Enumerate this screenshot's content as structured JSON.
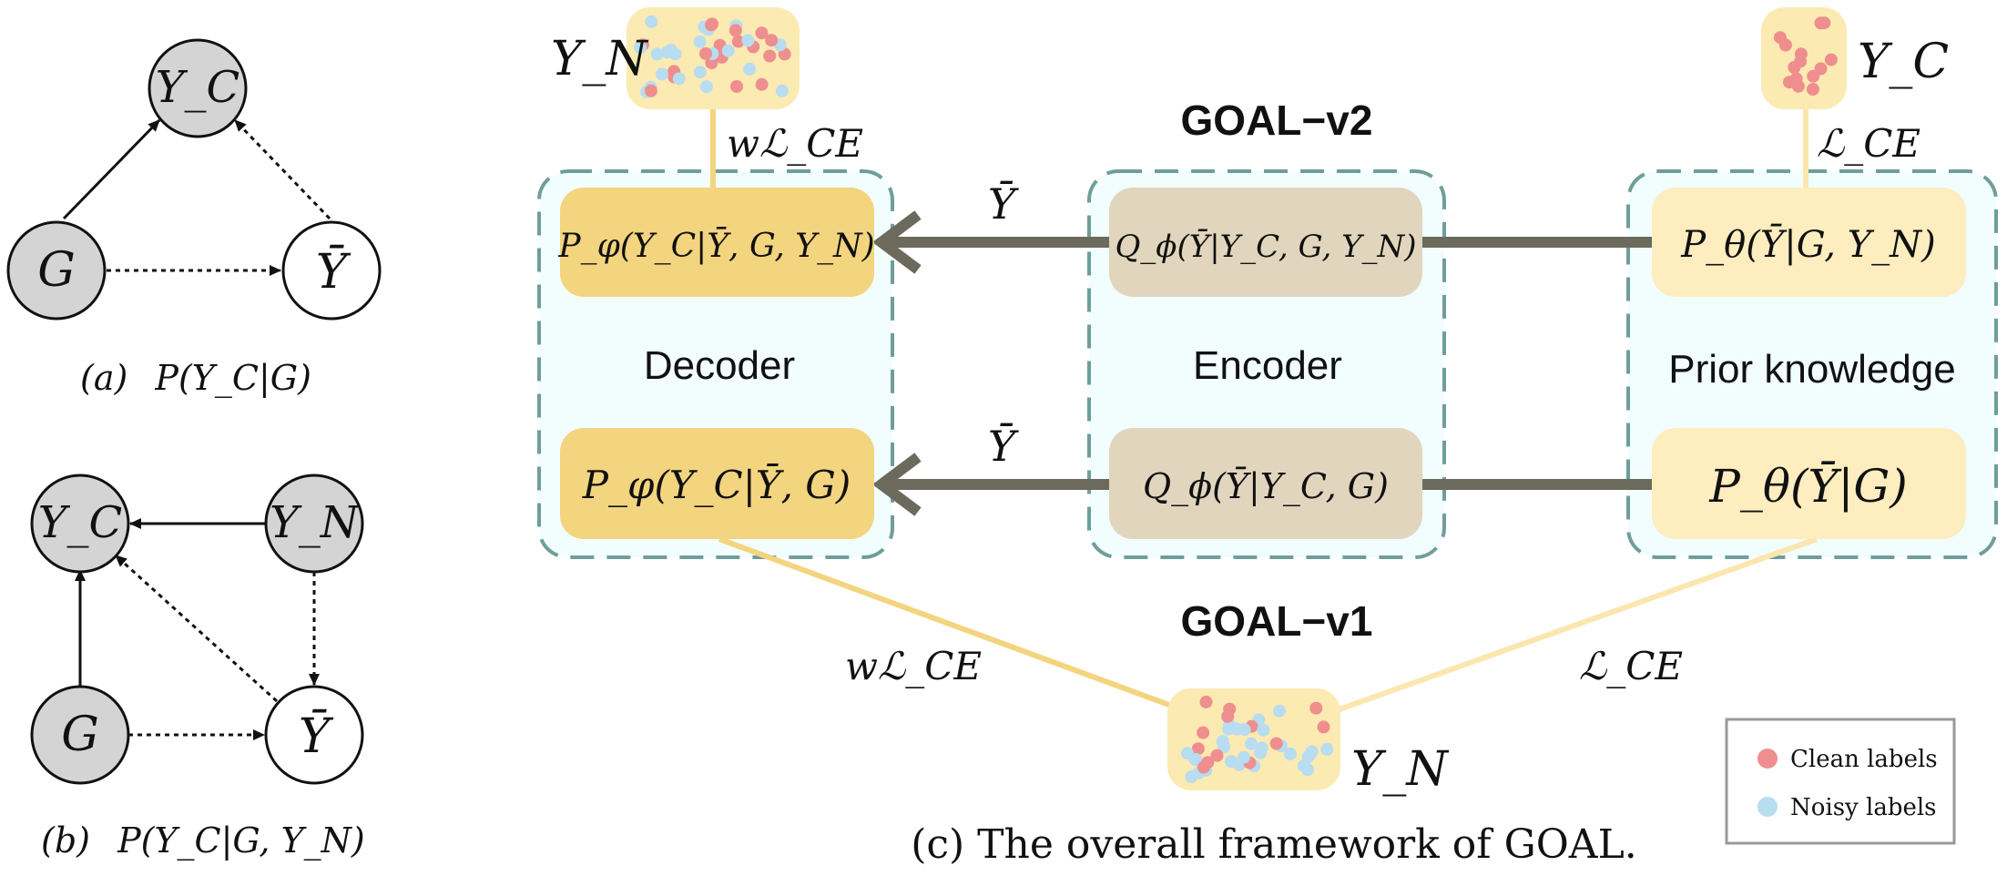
{
  "panel_a": {
    "nodes": {
      "yc": "Y_C",
      "g": "G",
      "ybar": "Ȳ"
    },
    "caption_label": "(a)",
    "caption_formula": "P(Y_C|G)"
  },
  "panel_b": {
    "nodes": {
      "yc": "Y_C",
      "yn": "Y_N",
      "g": "G",
      "ybar": "Ȳ"
    },
    "caption_label": "(b)",
    "caption_formula": "P(Y_C|G, Y_N)"
  },
  "panel_c": {
    "titles": {
      "v2": "GOAL−v2",
      "v1": "GOAL−v1"
    },
    "groups": {
      "decoder": "Decoder",
      "encoder": "Encoder",
      "prior": "Prior knowledge"
    },
    "boxes": {
      "dec_v2": "P_φ(Y_C|Ȳ, G, Y_N)",
      "dec_v1": "P_φ(Y_C|Ȳ, G)",
      "enc_v2": "Q_ϕ(Ȳ|Y_C, G, Y_N)",
      "enc_v1": "Q_ϕ(Ȳ|Y_C, G)",
      "prior_v2": "P_θ(Ȳ|G, Y_N)",
      "prior_v1": "P_θ(Ȳ|G)"
    },
    "arrow_labels": {
      "v2": "Ȳ",
      "v1": "Ȳ"
    },
    "label_sets": {
      "top_left": "Y_N",
      "top_right": "Y_C",
      "bottom": "Y_N"
    },
    "losses": {
      "top_left": "wℒ_CE",
      "top_right": "ℒ_CE",
      "bottom_left": "wℒ_CE",
      "bottom_right": "ℒ_CE"
    },
    "legend": {
      "clean": "Clean labels",
      "noisy": "Noisy labels"
    },
    "caption": "(c) The overall framework of GOAL."
  },
  "colors": {
    "node_fill": "#d4d4d4",
    "group_bg": "#f2fdfe",
    "group_border": "#6f9e9a",
    "decoder_box": "#f3d47f",
    "encoder_box": "#e1d6bd",
    "prior_box": "#fdedbf",
    "connector": "#6b6a5c",
    "clean_dot": "#ef8e8e",
    "noisy_dot": "#b8dcf0"
  }
}
